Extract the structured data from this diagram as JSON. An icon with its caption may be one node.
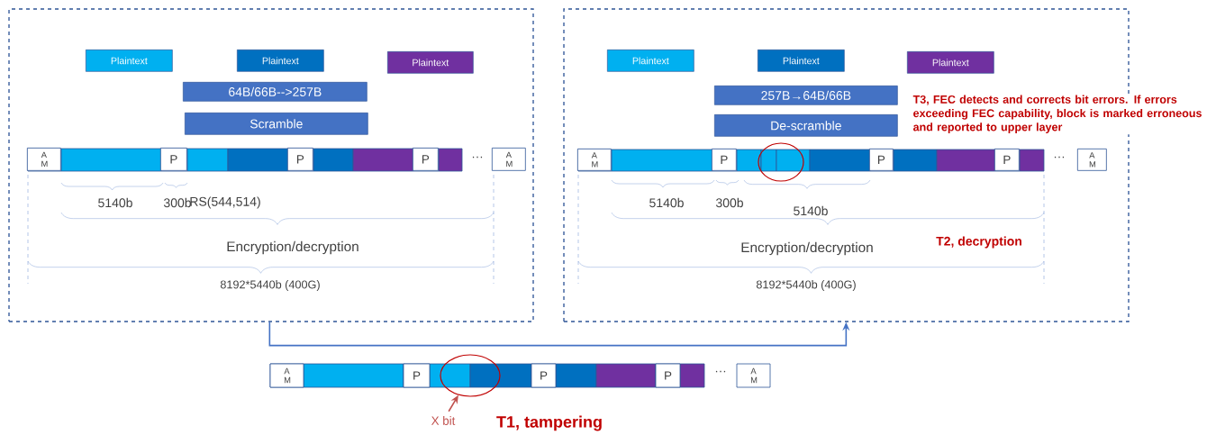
{
  "diagram": {
    "nodes": [
      {
        "text": [],
        "shape": "box"
      },
      {
        "text": [],
        "shape": "box"
      },
      {
        "text": [
          "Plaintext"
        ],
        "in": 0
      },
      {
        "text": [
          "Plaintext"
        ],
        "in": 0
      },
      {
        "text": [
          "Plaintext"
        ],
        "in": 0
      },
      {
        "text": [
          "64B/66B-->257B"
        ],
        "in": 0
      },
      {
        "text": [
          "Scramble"
        ],
        "in": 0
      },
      {
        "text": [
          "A M"
        ],
        "in": 0
      },
      {
        "text": [
          "P"
        ],
        "in": 0
      },
      {
        "text": [
          "P"
        ],
        "in": 0
      },
      {
        "text": [
          "P"
        ],
        "in": 0
      },
      {
        "text": [
          "A M"
        ],
        "in": 0
      },
      {
        "text": [
          "Plaintext"
        ],
        "in": 1
      },
      {
        "text": [
          "Plaintext"
        ],
        "in": 1
      },
      {
        "text": [
          "Plaintext"
        ],
        "in": 1
      },
      {
        "text": [
          "257B→64B/66B"
        ],
        "in": 1
      },
      {
        "text": [
          "De-scramble"
        ],
        "in": 1
      },
      {
        "text": [
          "A M"
        ],
        "in": 1
      },
      {
        "text": [
          "P"
        ],
        "in": 1
      },
      {
        "text": [
          "P"
        ],
        "in": 1
      },
      {
        "text": [
          "P"
        ],
        "in": 1
      },
      {
        "text": [
          "A M"
        ],
        "in": 1
      },
      {
        "text": [
          "A M"
        ]
      },
      {
        "text": [
          "P"
        ]
      },
      {
        "text": [
          "P"
        ]
      },
      {
        "text": [
          "P"
        ]
      },
      {
        "text": [
          "A M"
        ]
      },
      {
        "text": [],
        "shape": "circle"
      },
      {
        "text": [
          "X bit"
        ]
      }
    ],
    "edges": [
      {
        "from": 0,
        "to": 1,
        "arrow": "to"
      },
      {
        "from": 28,
        "to": 27,
        "arrow": "to",
        "color": "#c0504d"
      }
    ],
    "labels": [
      "···",
      "5140b",
      "300b",
      "RS(544,514)",
      "Encryption/decryption",
      "8192*5440b (400G)",
      "T3, FEC detects and corrects bit errors. If errors exceeding FEC capability, block is marked erroneous and reported to upper layer",
      "···",
      "5140b",
      "300b",
      "5140b",
      "T2, decryption",
      "Encryption/decryption",
      "8192*5440b (400G)",
      "···",
      "T1, tampering"
    ]
  }
}
